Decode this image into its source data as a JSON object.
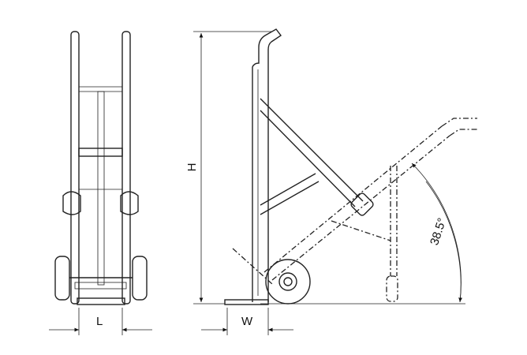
{
  "dimensions": {
    "length_label": "L",
    "width_label": "W",
    "height_label": "H",
    "tilt_angle_label": "38.5°"
  },
  "colors": {
    "line": "#222222",
    "background": "#ffffff"
  }
}
